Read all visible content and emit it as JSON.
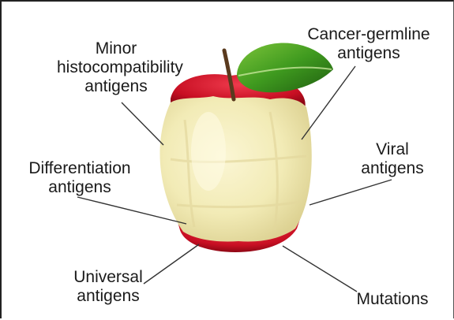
{
  "labels": {
    "minor_histocompatibility": [
      "Minor",
      "histocompatibility",
      "antigens"
    ],
    "cancer_germline": [
      "Cancer-germline",
      "antigens"
    ],
    "differentiation": [
      "Differentiation",
      "antigens"
    ],
    "viral": [
      "Viral",
      "antigens"
    ],
    "universal": [
      "Universal",
      "antigens"
    ],
    "mutations": [
      "Mutations"
    ]
  },
  "colors": {
    "apple_flesh": "#f3ecb8",
    "apple_skin": "#d4122a",
    "leaf": "#3e8f1d",
    "stem": "#5a3a1e",
    "leader_line": "#333333"
  }
}
